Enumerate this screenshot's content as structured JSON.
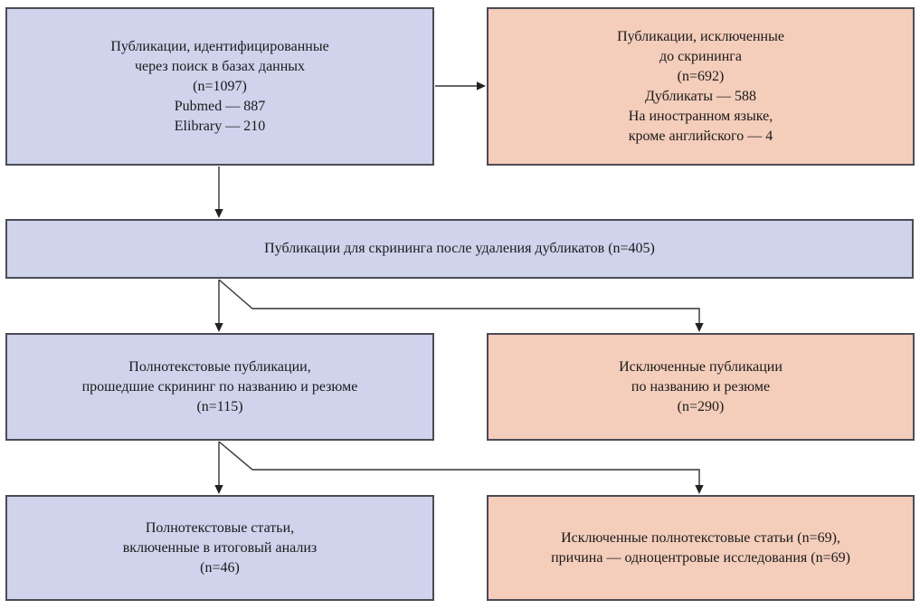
{
  "diagram": {
    "type": "flowchart",
    "language": "ru",
    "colors": {
      "included_box_fill": "#cfd3ec",
      "excluded_box_fill": "#f4cdbb",
      "box_border": "#4b4b55",
      "arrow": "#333333",
      "text": "#1a1a1a",
      "background": "#ffffff"
    },
    "boxes": {
      "identified": {
        "kind": "included",
        "lines": [
          "Публикации, идентифицированные",
          "через поиск в базах данных",
          "(n=1097)",
          "Pubmed — 887",
          "Elibrary — 210"
        ]
      },
      "excluded_before": {
        "kind": "excluded",
        "lines": [
          "Публикации, исключенные",
          "до скрининга",
          "(n=692)",
          "Дубликаты — 588",
          "На иностранном языке,",
          "кроме английского — 4"
        ]
      },
      "screening": {
        "kind": "included",
        "lines": [
          "Публикации для скрининга после удаления дубликатов (n=405)"
        ]
      },
      "fulltext_screened": {
        "kind": "included",
        "lines": [
          "Полнотекстовые публикации,",
          "прошедшие скрининг по названию и резюме",
          "(n=115)"
        ]
      },
      "excluded_title": {
        "kind": "excluded",
        "lines": [
          "Исключенные публикации",
          "по названию и резюме",
          "(n=290)"
        ]
      },
      "included_final": {
        "kind": "included",
        "lines": [
          "Полнотекстовые статьи,",
          "включенные в итоговый анализ",
          "(n=46)"
        ]
      },
      "excluded_fulltext": {
        "kind": "excluded",
        "lines": [
          "Исключенные полнотекстовые статьи (n=69),",
          "причина — одноцентровые исследования (n=69)"
        ]
      }
    },
    "edges": [
      {
        "from": "identified",
        "to": "excluded_before"
      },
      {
        "from": "identified",
        "to": "screening"
      },
      {
        "from": "screening",
        "to": "fulltext_screened"
      },
      {
        "from": "screening",
        "to": "excluded_title"
      },
      {
        "from": "fulltext_screened",
        "to": "included_final"
      },
      {
        "from": "fulltext_screened",
        "to": "excluded_fulltext"
      }
    ]
  }
}
